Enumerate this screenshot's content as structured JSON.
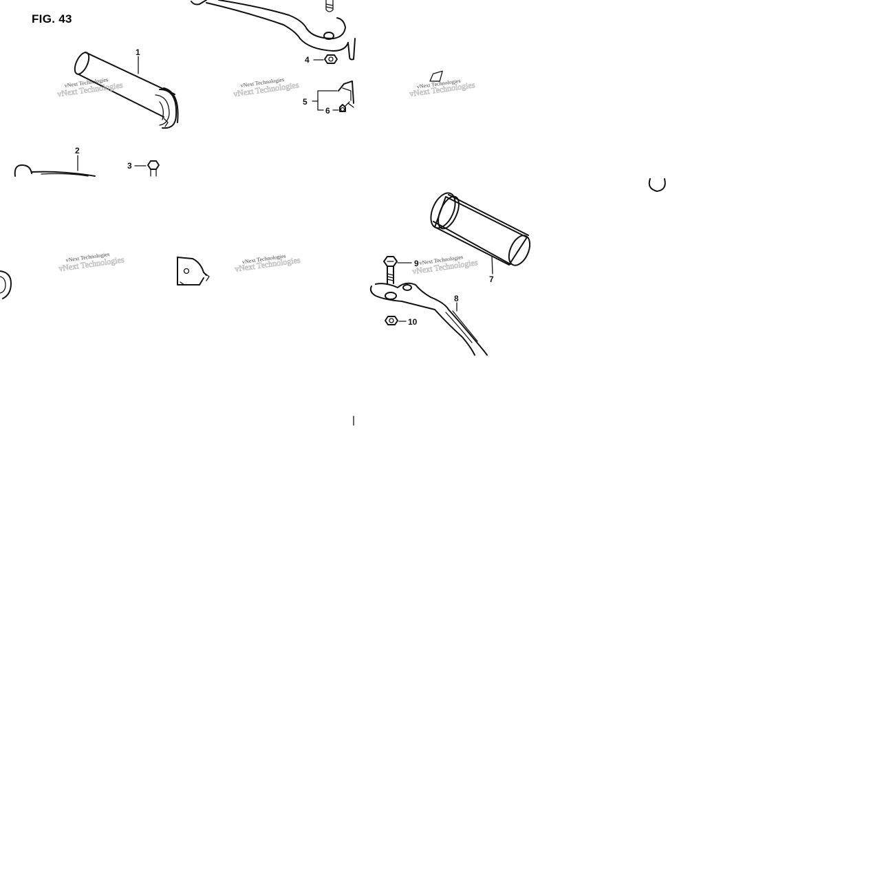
{
  "figure": {
    "title": "FIG. 43"
  },
  "callouts": {
    "c1": "1",
    "c2": "2",
    "c3": "3",
    "c4": "4",
    "c5": "5",
    "c6": "6",
    "c7": "7",
    "c8": "8",
    "c9": "9",
    "c10": "10"
  },
  "watermark": {
    "text": "vNext Technologies"
  },
  "colors": {
    "line": "#111111",
    "background": "#ffffff"
  }
}
